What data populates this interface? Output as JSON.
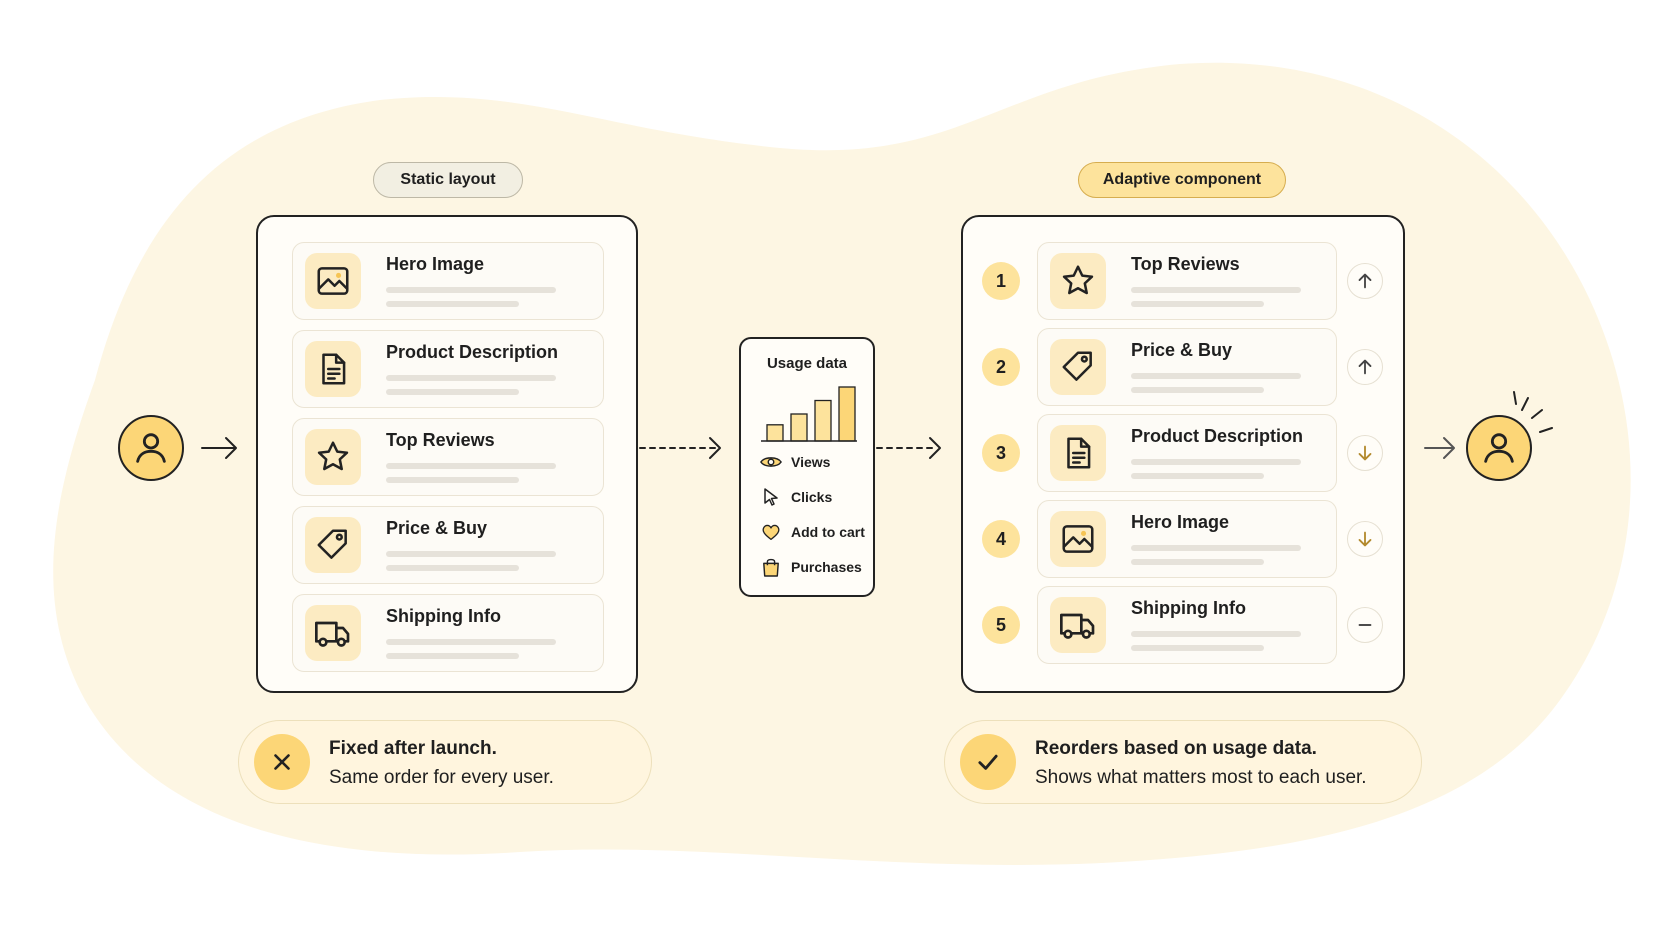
{
  "colors": {
    "background_blob": "#fdf6e3",
    "accent_yellow": "#fcd677",
    "accent_light": "#fde39c",
    "icon_tile": "#fcebc2",
    "outline": "#222222",
    "arrow_down": "#b38a2e"
  },
  "static_layout": {
    "label": "Static layout",
    "items": [
      {
        "title": "Hero Image",
        "icon": "image-icon"
      },
      {
        "title": "Product Description",
        "icon": "document-icon"
      },
      {
        "title": "Top Reviews",
        "icon": "star-icon"
      },
      {
        "title": "Price & Buy",
        "icon": "price-tag-icon"
      },
      {
        "title": "Shipping Info",
        "icon": "truck-icon"
      }
    ]
  },
  "usage_data": {
    "title": "Usage data",
    "bar_levels": [
      0.3,
      0.5,
      0.75,
      1.0
    ],
    "metrics": [
      {
        "label": "Views",
        "icon": "eye-icon"
      },
      {
        "label": "Clicks",
        "icon": "cursor-icon"
      },
      {
        "label": "Add to cart",
        "icon": "heart-icon"
      },
      {
        "label": "Purchases",
        "icon": "shopping-bag-icon"
      }
    ]
  },
  "adaptive_component": {
    "label": "Adaptive component",
    "items": [
      {
        "rank": "1",
        "title": "Top Reviews",
        "icon": "star-icon",
        "direction": "up"
      },
      {
        "rank": "2",
        "title": "Price & Buy",
        "icon": "price-tag-icon",
        "direction": "up"
      },
      {
        "rank": "3",
        "title": "Product Description",
        "icon": "document-icon",
        "direction": "down"
      },
      {
        "rank": "4",
        "title": "Hero Image",
        "icon": "image-icon",
        "direction": "down"
      },
      {
        "rank": "5",
        "title": "Shipping Info",
        "icon": "truck-icon",
        "direction": "same"
      }
    ]
  },
  "notes": {
    "static": {
      "title": "Fixed after launch.",
      "subtitle": "Same order for every user.",
      "icon": "x-icon"
    },
    "adaptive": {
      "title": "Reorders based on usage data.",
      "subtitle": "Shows what matters most to each user.",
      "icon": "check-icon"
    }
  },
  "users": {
    "left_icon": "user-icon",
    "right_icon": "user-icon"
  }
}
